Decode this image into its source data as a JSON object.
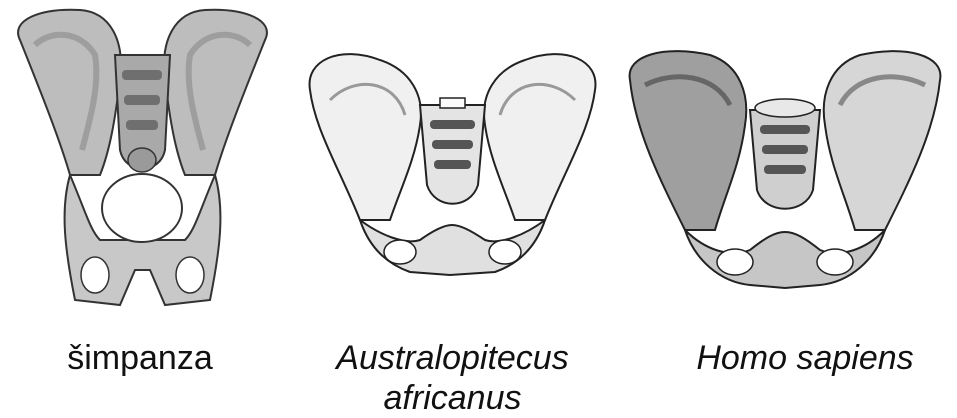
{
  "panels": [
    {
      "id": "chimp",
      "label": "šimpanza",
      "icon": "chimpanzee-pelvis-drawing"
    },
    {
      "id": "australopithecus",
      "label_line1": "Australopitecus",
      "label_line2": "africanus",
      "icon": "australopithecus-pelvis-drawing"
    },
    {
      "id": "homo",
      "label": "Homo sapiens",
      "icon": "human-pelvis-drawing"
    }
  ],
  "colors": {
    "bone_light": "#e9e9e9",
    "bone_mid": "#b9b9b9",
    "bone_dark": "#7a7a7a",
    "outline": "#222222"
  }
}
